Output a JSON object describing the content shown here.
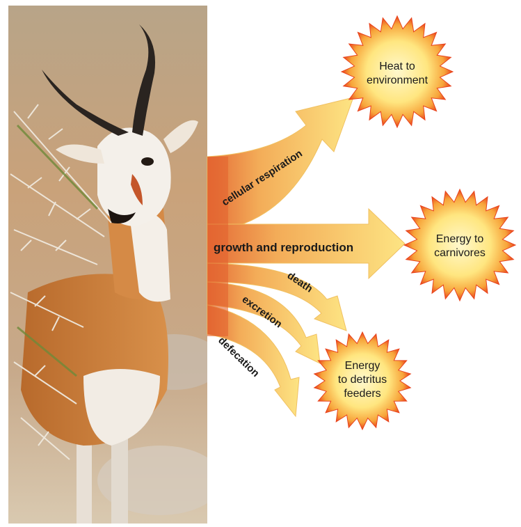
{
  "arrows": {
    "cellular_respiration": "cellular respiration",
    "growth_and_reproduction": "growth and reproduction",
    "death": "death",
    "excretion": "excretion",
    "defecation": "defecation"
  },
  "bursts": {
    "heat": [
      "Heat to",
      "environment"
    ],
    "carnivores": [
      "Energy to",
      "carnivores"
    ],
    "detritus": [
      "Energy",
      "to detritus",
      "feeders"
    ]
  },
  "colors": {
    "arrow_fill_light": "#fbe27a",
    "arrow_fill_dark": "#e8703a",
    "burst_outer": "#e8421c",
    "burst_inner": "#ffe680",
    "photo_sky": "#c9a47a",
    "photo_ground": "#d9c6a6"
  },
  "image": {
    "subject": "springbok (gazelle) eating a thorny acacia branch"
  }
}
